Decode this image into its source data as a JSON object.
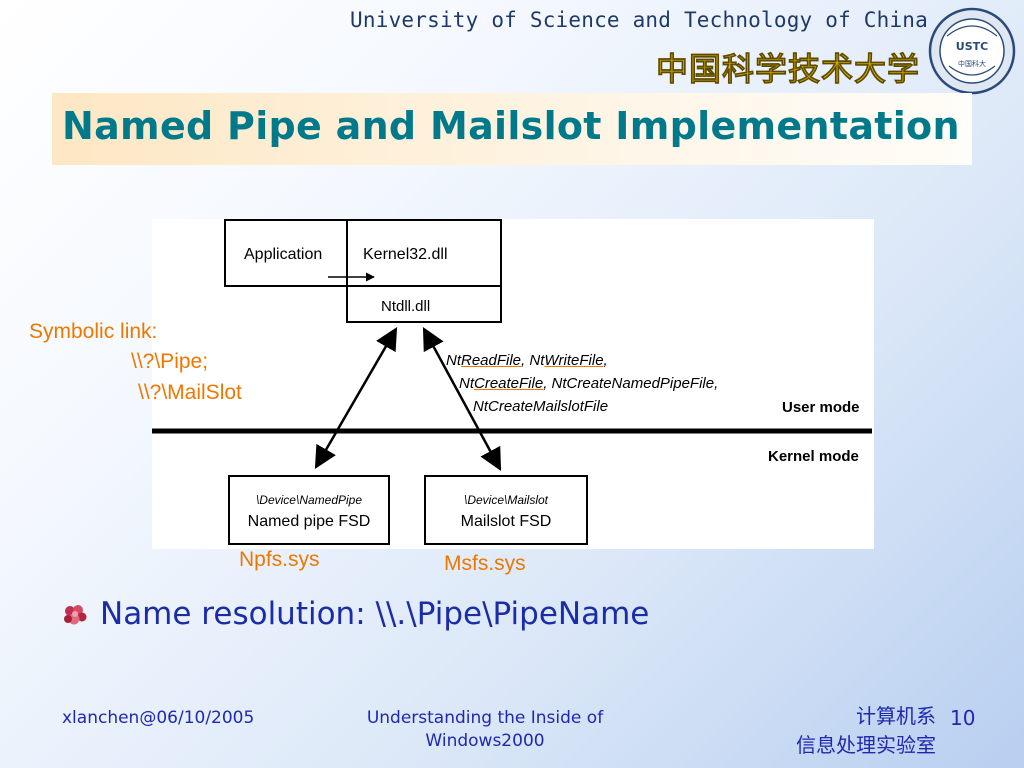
{
  "header": {
    "university_en": "University of Science and Technology of China",
    "university_cn": "中国科学技术大学",
    "logo_text": "USTC",
    "logo_subtext": "中国科大"
  },
  "slide": {
    "title": "Named Pipe and Mailslot Implementation",
    "bullet": "Name resolution: \\\\.\\Pipe\\PipeName"
  },
  "diagram": {
    "application": "Application",
    "kernel32": "Kernel32.dll",
    "ntdll": "Ntdll.dll",
    "symbolic_link_label": "Symbolic link:",
    "symbolic_link_pipe": "\\\\?\\Pipe;",
    "symbolic_link_mailslot": "\\\\?\\MailSlot",
    "api_line1_p1": "Nt",
    "api_line1_p2": "ReadFile",
    "api_line1_p3": ", Nt",
    "api_line1_p4": "WriteFile",
    "api_line1_p5": ",",
    "api_line2_p1": "Nt",
    "api_line2_p2": "CreateFile",
    "api_line2_p3": ", NtCreateNamedPipeFile,",
    "api_line3": "NtCreateMailslotFile",
    "user_mode": "User mode",
    "kernel_mode": "Kernel mode",
    "named_pipe_device": "\\Device\\NamedPipe",
    "named_pipe_fsd": "Named pipe FSD",
    "mailslot_device": "\\Device\\Mailslot",
    "mailslot_fsd": "Mailslot FSD",
    "npfs": "Npfs.sys",
    "msfs": "Msfs.sys"
  },
  "footer": {
    "author": "xlanchen@06/10/2005",
    "course_line1": "Understanding the Inside of",
    "course_line2": "Windows2000",
    "dept_line1": "计算机系",
    "dept_line2": "信息处理实验室",
    "page_number": "10"
  },
  "colors": {
    "title": "#007a8a",
    "annotation": "#ee7700",
    "bullet_text": "#1b2ca8",
    "footer_text": "#1f28b0",
    "title_band": "#fde7c4"
  }
}
